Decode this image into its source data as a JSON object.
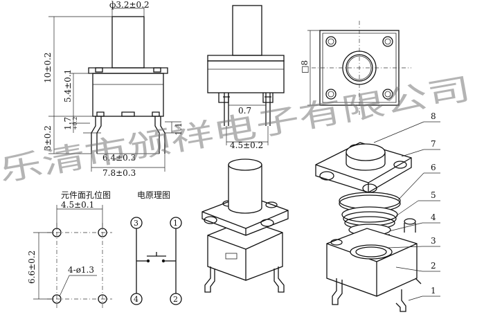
{
  "dimensions": {
    "diameter": "ф3.2±0.2",
    "height_total": "10±0.2",
    "height_body": "5.4±0.1",
    "leg_offset": "1.7",
    "leg_offset_tol": "+0.2",
    "leg_len": "3±0.2",
    "width_inner": "6.4±0.3",
    "width_outer": "7.8±0.3",
    "leg_height": "1.1",
    "pin_gap": "0.7",
    "pin_pitch": "4.5±0.2",
    "square": "□8"
  },
  "hole_layout": {
    "title": "元件面孔位图",
    "pitch_x": "4.5±0.1",
    "pitch_y": "6.6±0.2",
    "hole": "4-ø1.3"
  },
  "schematic": {
    "title": "电原理图",
    "pins": [
      "3",
      "1",
      "4",
      "2"
    ]
  },
  "parts": [
    "8",
    "7",
    "6",
    "5",
    "4",
    "3",
    "2",
    "1"
  ],
  "watermark": "乐清市颁祥电子有限公司"
}
